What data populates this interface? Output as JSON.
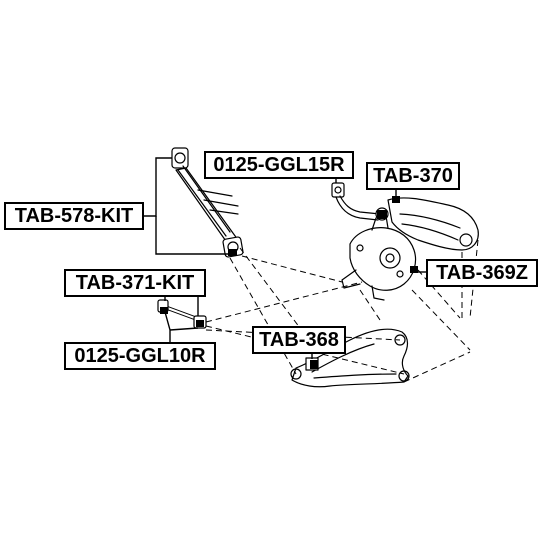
{
  "diagram": {
    "callouts": {
      "shock_absorber": "TAB-578-KIT",
      "upper_link": "0125-GGL15R",
      "upper_arm": "TAB-370",
      "knuckle": "TAB-369Z",
      "toe_link": "TAB-371-KIT",
      "toe_link_bolt": "0125-GGL10R",
      "lower_arm": "TAB-368"
    },
    "colors": {
      "ink": "#000000",
      "background": "#ffffff"
    }
  }
}
